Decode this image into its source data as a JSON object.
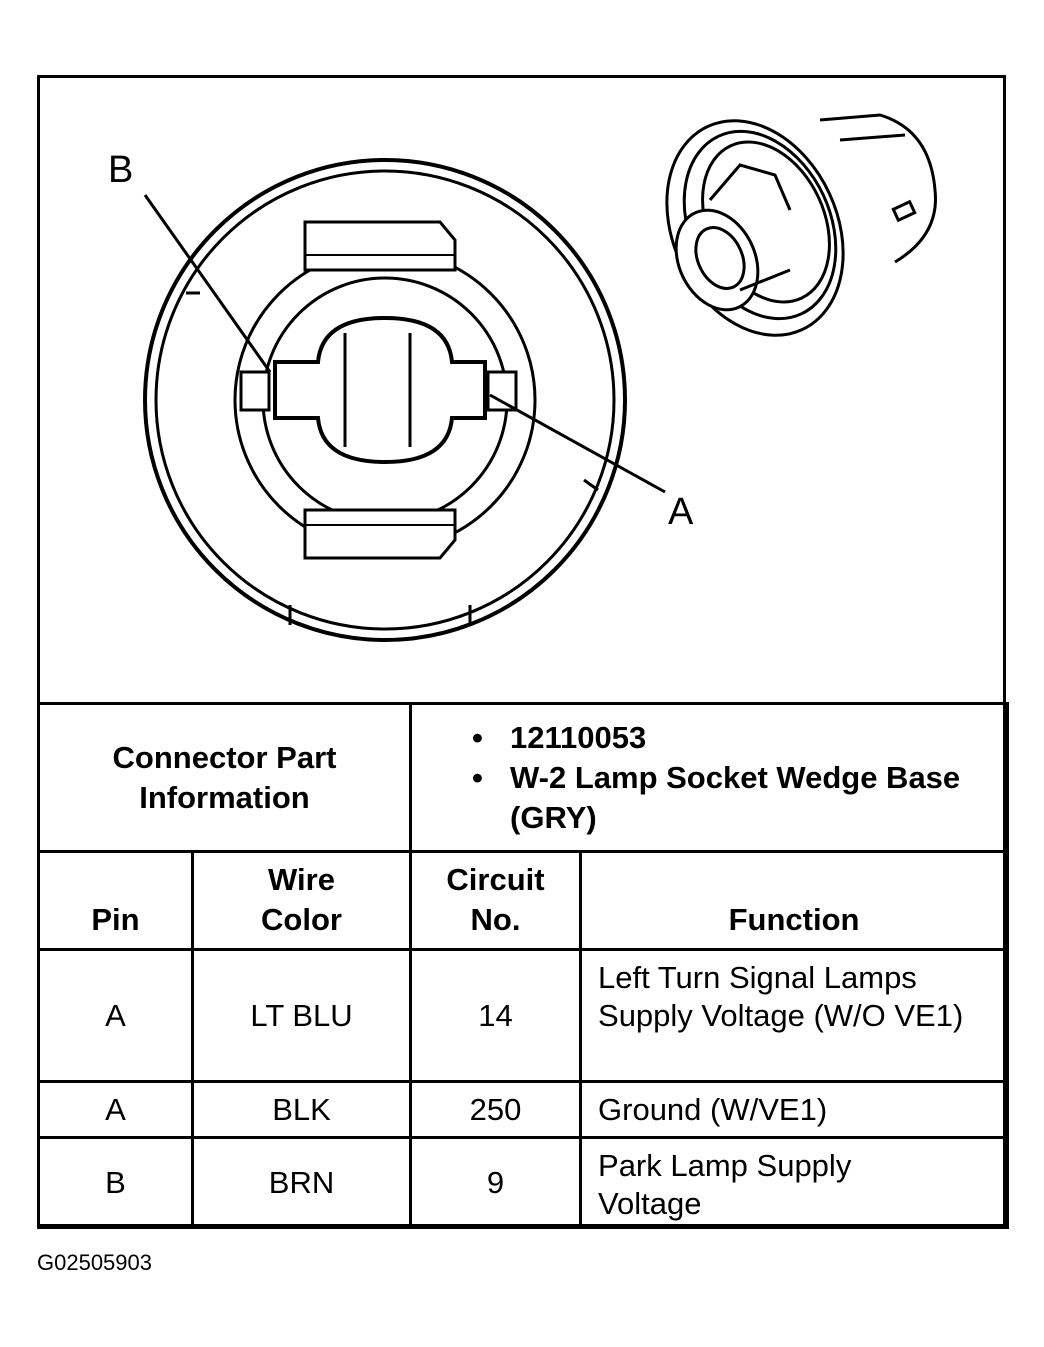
{
  "callouts": {
    "pin_b": "B",
    "pin_a": "A"
  },
  "connector_info": {
    "label": "Connector Part Information",
    "items": [
      "12110053",
      "W-2 Lamp Socket Wedge Base (GRY)"
    ]
  },
  "table": {
    "headers": {
      "pin": "Pin",
      "wire_color": "Wire Color",
      "circuit": "Circuit No.",
      "function": "Function"
    },
    "rows": [
      {
        "pin": "A",
        "wire_color": "LT BLU",
        "circuit": "14",
        "function": "Left Turn Signal Lamps Supply Voltage (W/O VE1)"
      },
      {
        "pin": "A",
        "wire_color": "BLK",
        "circuit": "250",
        "function": "Ground (W/VE1)"
      },
      {
        "pin": "B",
        "wire_color": "BRN",
        "circuit": "9",
        "function": "Park Lamp Supply Voltage"
      }
    ]
  },
  "figure_id": "G02505903"
}
